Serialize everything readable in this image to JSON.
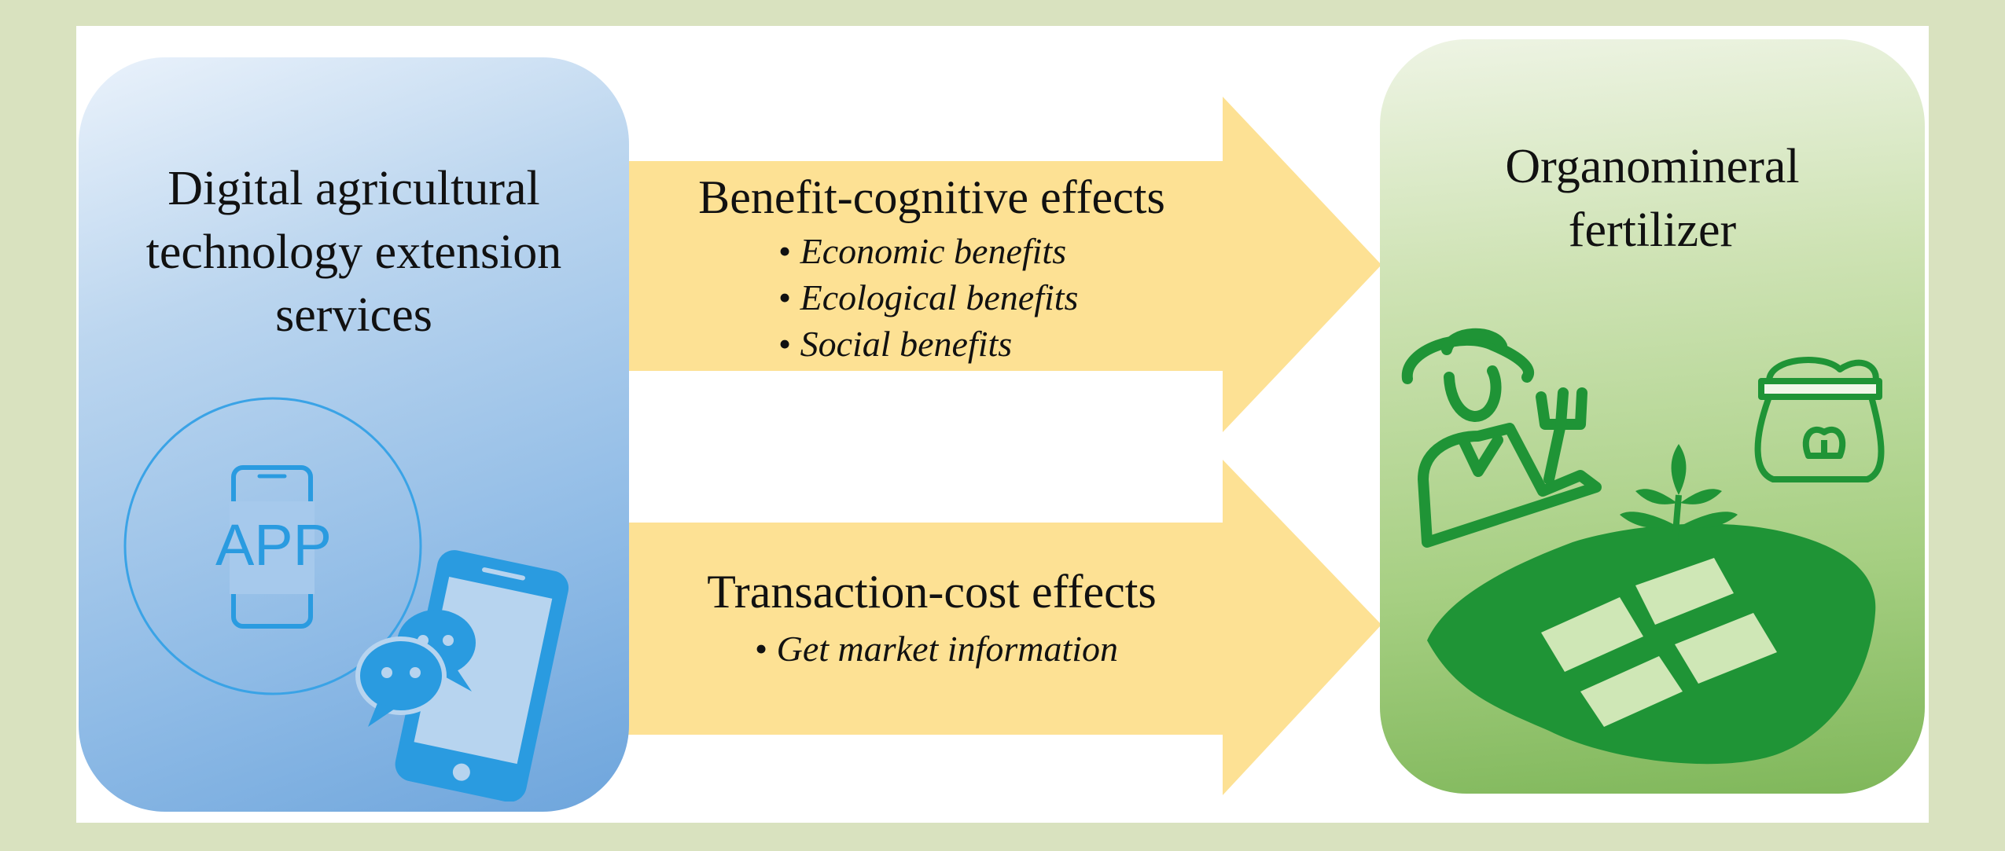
{
  "source_box": {
    "title_lines": [
      "Digital agricultural",
      "technology extension",
      "services"
    ],
    "icon_text": "APP"
  },
  "target_box": {
    "title_lines": [
      "Organomineral",
      "fertilizer"
    ]
  },
  "paths": [
    {
      "title": "Benefit-cognitive effects",
      "items": [
        "Economic benefits",
        "Ecological benefits",
        "Social benefits"
      ]
    },
    {
      "title": "Transaction-cost effects",
      "items": [
        "Get market information"
      ]
    }
  ],
  "colors": {
    "background": "#d9e2bf",
    "arrow": "#fde194",
    "app_icon": "#2a9be0",
    "farm_icon": "#1f9436"
  }
}
